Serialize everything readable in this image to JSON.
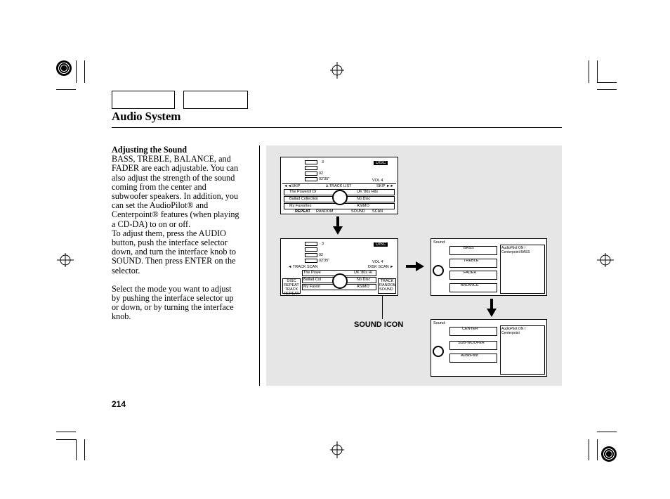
{
  "page": {
    "title": "Audio System",
    "page_number": "214"
  },
  "content": {
    "heading": "Adjusting the Sound",
    "para1": "BASS, TREBLE, BALANCE, and\nFADER are each adjustable. You can\nalso adjust the strength of the sound\ncoming from the center and\nsubwoofer speakers. In addition, you\ncan set the AudioPilot® and\nCenterpoint® features (when playing\na CD-DA) to on or off.\nTo adjust them, press the AUDIO\nbutton, push the interface selector\ndown, and turn the interface knob to\nSOUND. Then press ENTER on the\nselector.",
    "para2": "Select the mode you want to adjust\nby pushing the interface selector up\nor down, or by turning the interface\nknob."
  },
  "figure": {
    "callout": "SOUND ICON",
    "screen1": {
      "badge": "DISC",
      "num1": "3",
      "num2": "02",
      "time": "02'35\"",
      "vol": "VOL 4",
      "row1_left": "◄◄SKIP",
      "row1_mid": "∆ TRACK LIST",
      "row1_right": "SKIP ►►",
      "item1": "The Powerof Dr",
      "item1_right": "UK '80s Hits",
      "item2": "Ballad Collection",
      "item2_right": "No Disc",
      "item3": "My Favorites",
      "item3_right": "ASIMO",
      "bottom": [
        "REPEAT",
        "RANDOM",
        "SOUND",
        "SCAN"
      ]
    },
    "screen2": {
      "badge": "DISC",
      "num1": "3",
      "num2": "02",
      "time": "02'35\"",
      "vol": "VOL 4",
      "row1_left": "◄ TRACK SCAN",
      "row1_right": "DISK SCAN ►",
      "item1": "The Powe",
      "item1_right": "UK '80s Hi",
      "item2": "Ballad Col",
      "item2_right": "No Disc",
      "item3": "My Favori",
      "item3_right": "ASIMO",
      "left_btn1": "DISC REPEAT",
      "left_btn2": "TRACK REPEAT",
      "right_btn1": "TRACK RANDOM",
      "right_btn2": "SOUND"
    },
    "screen3": {
      "label": "Sound:",
      "items": [
        "BASS",
        "TREBLE",
        "FADER",
        "BALANCE"
      ],
      "side": "AudioPilot ON / Centerpoint BASS"
    },
    "screen4": {
      "label": "Sound:",
      "items": [
        "CENTER",
        "SUB-WOOFER",
        "AudioPilot"
      ],
      "side": "AudioPilot ON / Centerpoint"
    }
  }
}
